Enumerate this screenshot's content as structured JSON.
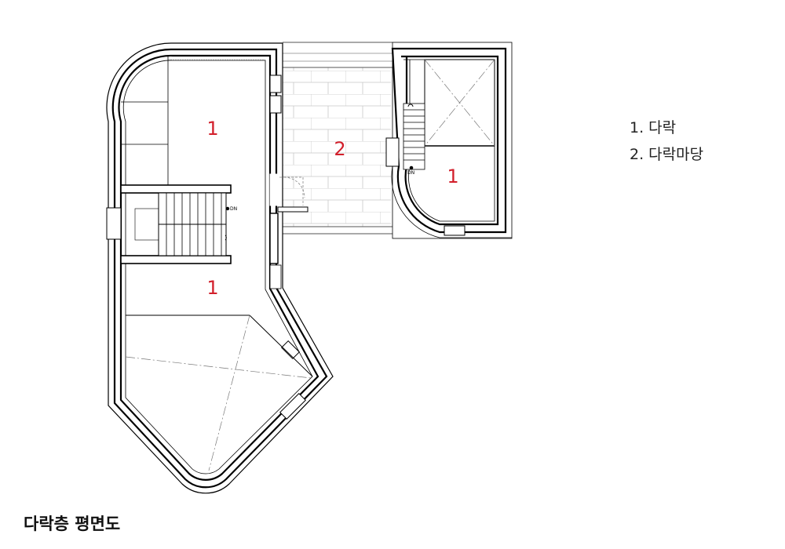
{
  "plan": {
    "room_labels": {
      "upper_left": "1",
      "terrace": "2",
      "right_room": "1",
      "lower_left": "1"
    },
    "stair_markers": {
      "left": "DN",
      "right": "DN"
    }
  },
  "legend": {
    "items": [
      {
        "label": "1. 다락"
      },
      {
        "label": "2. 다락마당"
      }
    ]
  },
  "title": "다락층 평면도"
}
